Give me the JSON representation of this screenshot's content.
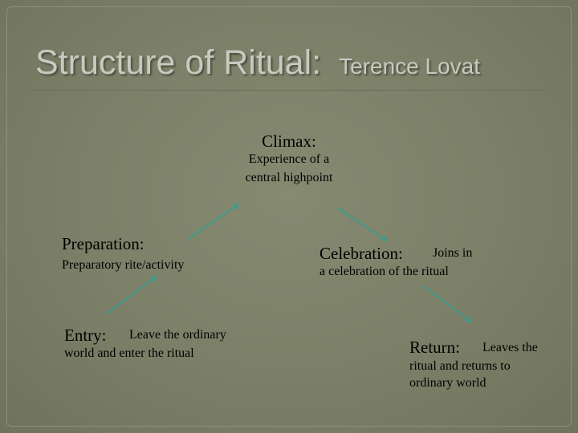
{
  "title": {
    "main": "Structure of Ritual:",
    "sub": "Terence Lovat"
  },
  "nodes": {
    "climax": {
      "label": "Climax:",
      "desc_line1": "Experience of a",
      "desc_line2": "central highpoint"
    },
    "preparation": {
      "label": "Preparation:",
      "desc": "Preparatory rite/activity"
    },
    "celebration": {
      "label": "Celebration:",
      "desc_inline": "Joins in",
      "desc_line2": "a celebration of the ritual"
    },
    "entry": {
      "label": "Entry:",
      "desc_inline": "Leave the ordinary",
      "desc_line2": "world and enter the ritual"
    },
    "return": {
      "label": "Return:",
      "desc_inline": "Leaves the",
      "desc_line2": "ritual and returns to",
      "desc_line3": "ordinary world"
    }
  },
  "colors": {
    "background": "#7b7f68",
    "arrow": "#3f9a8c",
    "title": "#c9c9c0"
  }
}
